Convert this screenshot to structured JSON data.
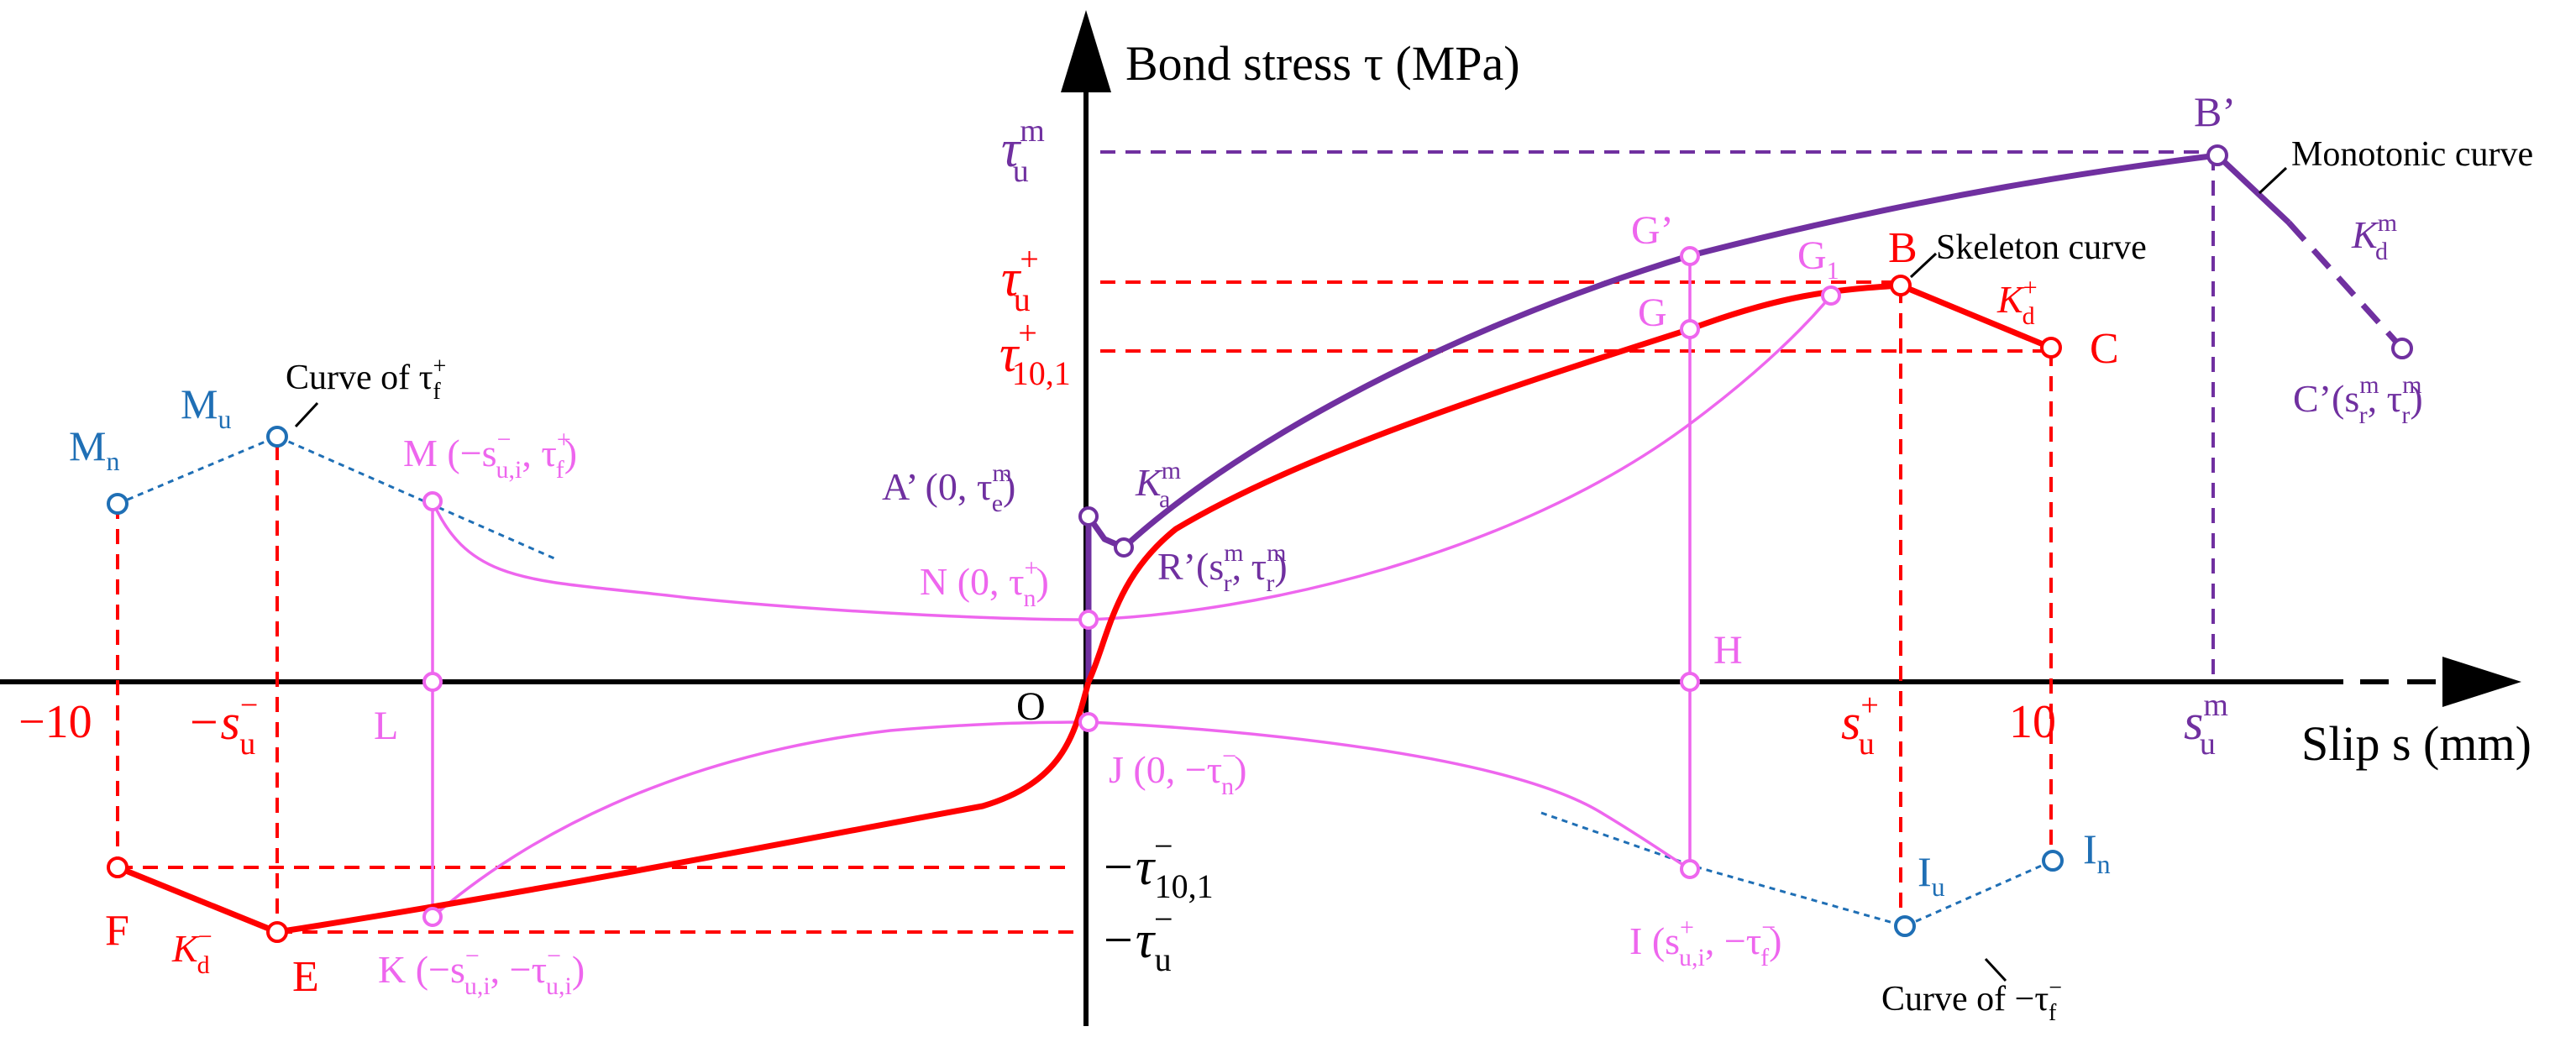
{
  "axes": {
    "y_label": "Bond stress τ (MPa)",
    "x_label": "Slip s (mm)"
  },
  "x_ticks": {
    "neg10": "−10",
    "pos10": "10",
    "neg_su": "−s",
    "neg_su_sub": "u",
    "neg_su_sup": "−",
    "pos_su": "s",
    "pos_su_sub": "u",
    "pos_su_sup": "+",
    "sum": "s",
    "sum_sub": "u",
    "sum_sup": "m"
  },
  "y_ticks": {
    "tau_um": "τ",
    "tau_um_sub": "u",
    "tau_um_sup": "m",
    "tau_up": "τ",
    "tau_up_sub": "u",
    "tau_up_sup": "+",
    "tau_101": "τ",
    "tau_101_sub": "10,1",
    "tau_101_sup": "+",
    "neg_tau_101": "−τ",
    "neg_tau_101_sub": "10,1",
    "neg_tau_101_sup": "−",
    "neg_tau_u": "−τ",
    "neg_tau_u_sub": "u",
    "neg_tau_u_sup": "−"
  },
  "points": {
    "O": "O",
    "A_prime": "A’ (0, τ",
    "A_prime_sub": "e",
    "A_prime_sup": "m",
    "A_prime_end": ")",
    "R_prime": "R’(s",
    "R_prime_rest": ", τ",
    "R_prime_sub": "r",
    "R_prime_sup": "m",
    "R_prime_end": ")",
    "B_prime": "B’",
    "C_prime": "C’(s",
    "C_prime_rest": ", τ",
    "C_prime_sub": "r",
    "C_prime_sup": "m",
    "C_prime_end": ")",
    "B": "B",
    "C": "C",
    "E": "E",
    "F": "F",
    "G": "G",
    "G_prime": "G’",
    "G1": "G",
    "G1_sub": "1",
    "H": "H",
    "L": "L",
    "N": "N (0, τ",
    "N_sub": "n",
    "N_sup": "+",
    "N_end": ")",
    "J": "J (0, −τ",
    "J_sub": "n",
    "J_sup": "−",
    "J_end": ")",
    "M": "M (−s",
    "M_sub": "u,i",
    "M_sup": "−",
    "M_mid": ", τ",
    "M_sub2": "f",
    "M_sup2": "+",
    "M_end": ")",
    "K": "K (−s",
    "K_sub": "u,i",
    "K_sup": "−",
    "K_mid": ", −τ",
    "K_sub2": "u,i",
    "K_sup2": "−",
    "K_end": ")",
    "I": "I (s",
    "I_sub": "u,i",
    "I_sup": "+",
    "I_mid": ", −τ",
    "I_sub2": "f",
    "I_sup2": "−",
    "I_end": ")",
    "Mn": "M",
    "Mn_sub": "n",
    "Mu": "M",
    "Mu_sub": "u",
    "Iu": "I",
    "Iu_sub": "u",
    "In": "I",
    "In_sub": "n"
  },
  "stiffness": {
    "Kam": "K",
    "Kam_sub": "a",
    "Kam_sup": "m",
    "Kdp": "K",
    "Kdp_sub": "d",
    "Kdp_sup": "+",
    "Kdn": "K",
    "Kdn_sub": "d",
    "Kdn_sup": "−",
    "Kdm": "K",
    "Kdm_sub": "d",
    "Kdm_sup": "m"
  },
  "annotations": {
    "monotonic": "Monotonic curve",
    "skeleton": "Skeleton curve",
    "curve_tf_pos": "Curve of τ",
    "curve_tf_pos_sub": "f",
    "curve_tf_pos_sup": "+",
    "curve_tf_neg": "Curve of −τ",
    "curve_tf_neg_sub": "f",
    "curve_tf_neg_sup": "−"
  },
  "colors": {
    "skeleton": "#ff0000",
    "monotonic": "#7030a0",
    "unloading": "#ee66ee",
    "friction": "#1f6fb5",
    "axis": "#000000"
  }
}
